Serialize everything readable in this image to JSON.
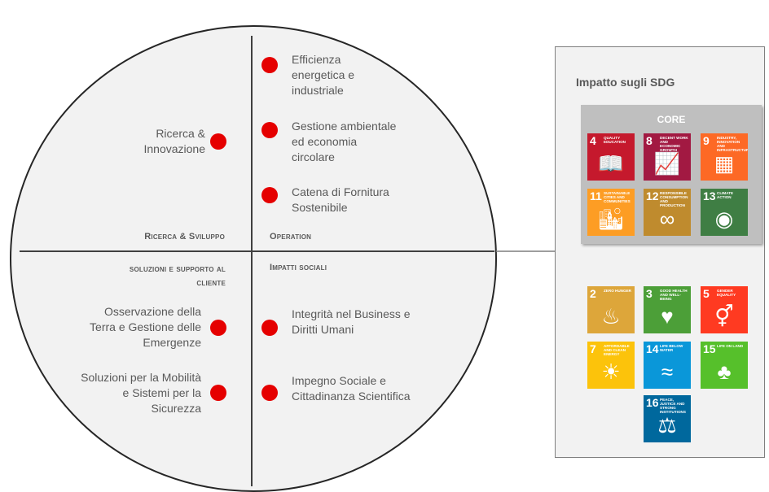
{
  "quadrants": {
    "top_left": {
      "header": "Ricerca & Sviluppo",
      "items": [
        "Ricerca &\nInnovazione"
      ]
    },
    "top_right": {
      "header": "Operation",
      "items": [
        "Efficienza\nenergetica e\nindustriale",
        "Gestione ambientale\ned economia\ncircolare",
        "Catena di Fornitura\nSostenibile"
      ]
    },
    "bottom_left": {
      "header": "soluzioni e supporto al\ncliente",
      "items": [
        "Osservazione della\nTerra e Gestione delle\nEmergenze",
        "Soluzioni per la Mobilità\ne Sistemi per la\nSicurezza"
      ]
    },
    "bottom_right": {
      "header": "Impatti sociali",
      "items": [
        "Integrità nel Business e\nDiritti Umani",
        "Impegno Sociale e\nCittadinanza Scientifica"
      ]
    }
  },
  "panel": {
    "title": "Impatto sugli SDG",
    "core_label": "CORE",
    "core_goals": [
      {
        "number": "4",
        "name": "Quality Education",
        "color": "#c5192d",
        "icon": "book-icon"
      },
      {
        "number": "8",
        "name": "Decent Work and Economic Growth",
        "color": "#a21942",
        "icon": "growth-chart-icon"
      },
      {
        "number": "9",
        "name": "Industry, Innovation and Infrastructure",
        "color": "#fd6925",
        "icon": "cubes-icon"
      },
      {
        "number": "11",
        "name": "Sustainable Cities and Communities",
        "color": "#fd9d24",
        "icon": "city-icon"
      },
      {
        "number": "12",
        "name": "Responsible Consumption and Production",
        "color": "#bf8b2e",
        "icon": "infinity-icon"
      },
      {
        "number": "13",
        "name": "Climate Action",
        "color": "#3f7e44",
        "icon": "eye-globe-icon"
      }
    ],
    "other_goals": [
      {
        "number": "2",
        "name": "Zero Hunger",
        "color": "#dda63a",
        "icon": "bowl-icon"
      },
      {
        "number": "3",
        "name": "Good Health and Well-Being",
        "color": "#4c9f38",
        "icon": "heartbeat-icon"
      },
      {
        "number": "5",
        "name": "Gender Equality",
        "color": "#ff3a21",
        "icon": "gender-icon"
      },
      {
        "number": "7",
        "name": "Affordable and Clean Energy",
        "color": "#fcc30b",
        "icon": "sun-icon"
      },
      {
        "number": "14",
        "name": "Life Below Water",
        "color": "#0a97d9",
        "icon": "fish-icon"
      },
      {
        "number": "15",
        "name": "Life on Land",
        "color": "#56c02b",
        "icon": "tree-icon"
      },
      {
        "number": "16",
        "name": "Peace, Justice and Strong Institutions",
        "color": "#00689d",
        "icon": "dove-icon"
      }
    ]
  },
  "colors": {
    "dot": "#e50000",
    "circle_fill": "#f2f2f2",
    "line": "#404040",
    "text": "#595959"
  }
}
